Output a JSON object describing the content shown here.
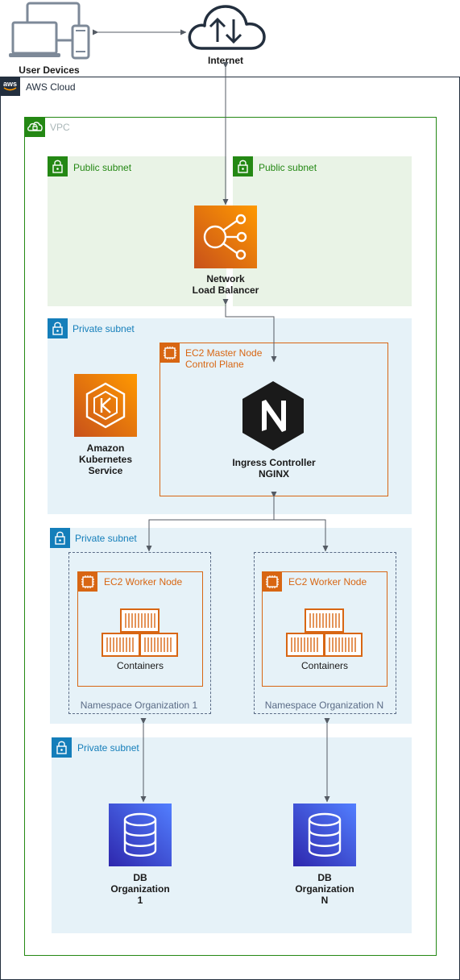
{
  "diagram": {
    "user_devices_label": "User Devices",
    "internet_label": "Internet",
    "aws_cloud_label": "AWS Cloud",
    "aws_logo_text": "aws",
    "vpc_label": "VPC",
    "public_subnet_1_label": "Public subnet",
    "public_subnet_2_label": "Public subnet",
    "nlb_label_line1": "Network",
    "nlb_label_line2": "Load Balancer",
    "private_subnet_1_label": "Private subnet",
    "ec2_master_line1": "EC2 Master Node",
    "ec2_master_line2": "Control Plane",
    "eks_line1": "Amazon",
    "eks_line2": "Kubernetes",
    "eks_line3": "Service",
    "ingress_line1": "Ingress Controller",
    "ingress_line2": "NGINX",
    "private_subnet_2_label": "Private subnet",
    "ec2_worker_1_label": "EC2 Worker Node",
    "ec2_worker_2_label": "EC2 Worker Node",
    "containers_1_label": "Containers",
    "containers_2_label": "Containers",
    "namespace_1_label": "Namespace Organization 1",
    "namespace_n_label": "Namespace Organization N",
    "private_subnet_3_label": "Private subnet",
    "db1_line1": "DB",
    "db1_line2": "Organization",
    "db1_line3": "1",
    "dbn_line1": "DB",
    "dbn_line2": "Organization",
    "dbn_line3": "N"
  },
  "colors": {
    "aws_border": "#232f3e",
    "vpc_border": "#248814",
    "public_subnet_fill": "#e9f3e6",
    "public_subnet_text": "#248814",
    "private_subnet_fill": "#e6f2f8",
    "private_subnet_text": "#147eba",
    "ec2_orange": "#d86613",
    "nlb_orange": "#ed7100",
    "db_blue": "#3b48cc",
    "nginx_dark": "#1a1a1a",
    "connector": "#545b64",
    "namespace_text": "#5a6b86"
  }
}
